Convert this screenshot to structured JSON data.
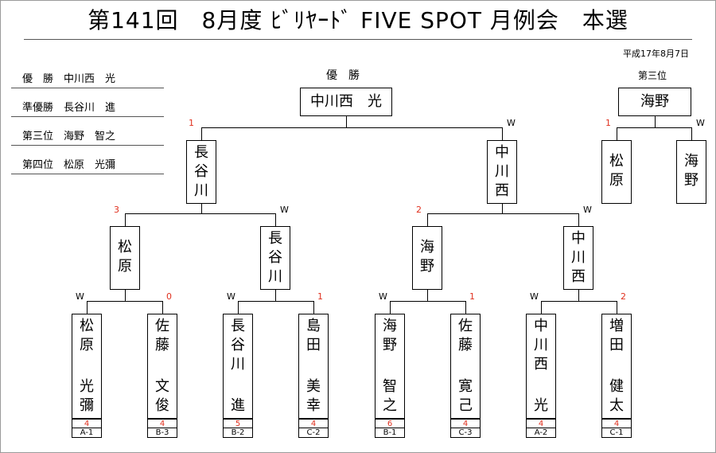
{
  "title": "第141回　8月度 ﾋﾞﾘﾔｰﾄﾞ FIVE SPOT 月例会　本選",
  "date": "平成17年8月7日",
  "results": [
    {
      "label": "優　勝　中川西　光"
    },
    {
      "label": "準優勝　長谷川　進"
    },
    {
      "label": "第三位　海野　智之"
    },
    {
      "label": "第四位　松原　光彌"
    }
  ],
  "final": {
    "header": "優　勝",
    "winner": "中川西　光",
    "left_score": "1",
    "right_mark": "W"
  },
  "third_place": {
    "header": "第三位",
    "winner": "海野",
    "left_name": "松原",
    "right_name": "海野",
    "left_score": "1",
    "right_mark": "W"
  },
  "semis": {
    "left": {
      "name": "長谷川",
      "left_score": "3",
      "right_mark": "W"
    },
    "right": {
      "name": "中川西",
      "left_score": "2",
      "right_mark": "W"
    }
  },
  "quarters": [
    {
      "name": "松原",
      "left_mark": "W",
      "right_score": "0"
    },
    {
      "name": "長谷川",
      "left_mark": "W",
      "right_score": "1"
    },
    {
      "name": "海野",
      "left_mark": "W",
      "right_score": "1"
    },
    {
      "name": "中川西",
      "left_mark": "W",
      "right_score": "2"
    }
  ],
  "players": [
    {
      "surname": "松原",
      "given": "光彌",
      "score": "4",
      "seed": "A-1"
    },
    {
      "surname": "佐藤",
      "given": "文俊",
      "score": "4",
      "seed": "B-3"
    },
    {
      "surname": "長谷川",
      "given": "進",
      "score": "5",
      "seed": "B-2"
    },
    {
      "surname": "島田",
      "given": "美幸",
      "score": "4",
      "seed": "C-2"
    },
    {
      "surname": "海野",
      "given": "智之",
      "score": "6",
      "seed": "B-1"
    },
    {
      "surname": "佐藤",
      "given": "寛己",
      "score": "4",
      "seed": "C-3"
    },
    {
      "surname": "中川西",
      "given": "光",
      "score": "4",
      "seed": "A-2"
    },
    {
      "surname": "増田",
      "given": "健太",
      "score": "4",
      "seed": "C-1"
    }
  ]
}
